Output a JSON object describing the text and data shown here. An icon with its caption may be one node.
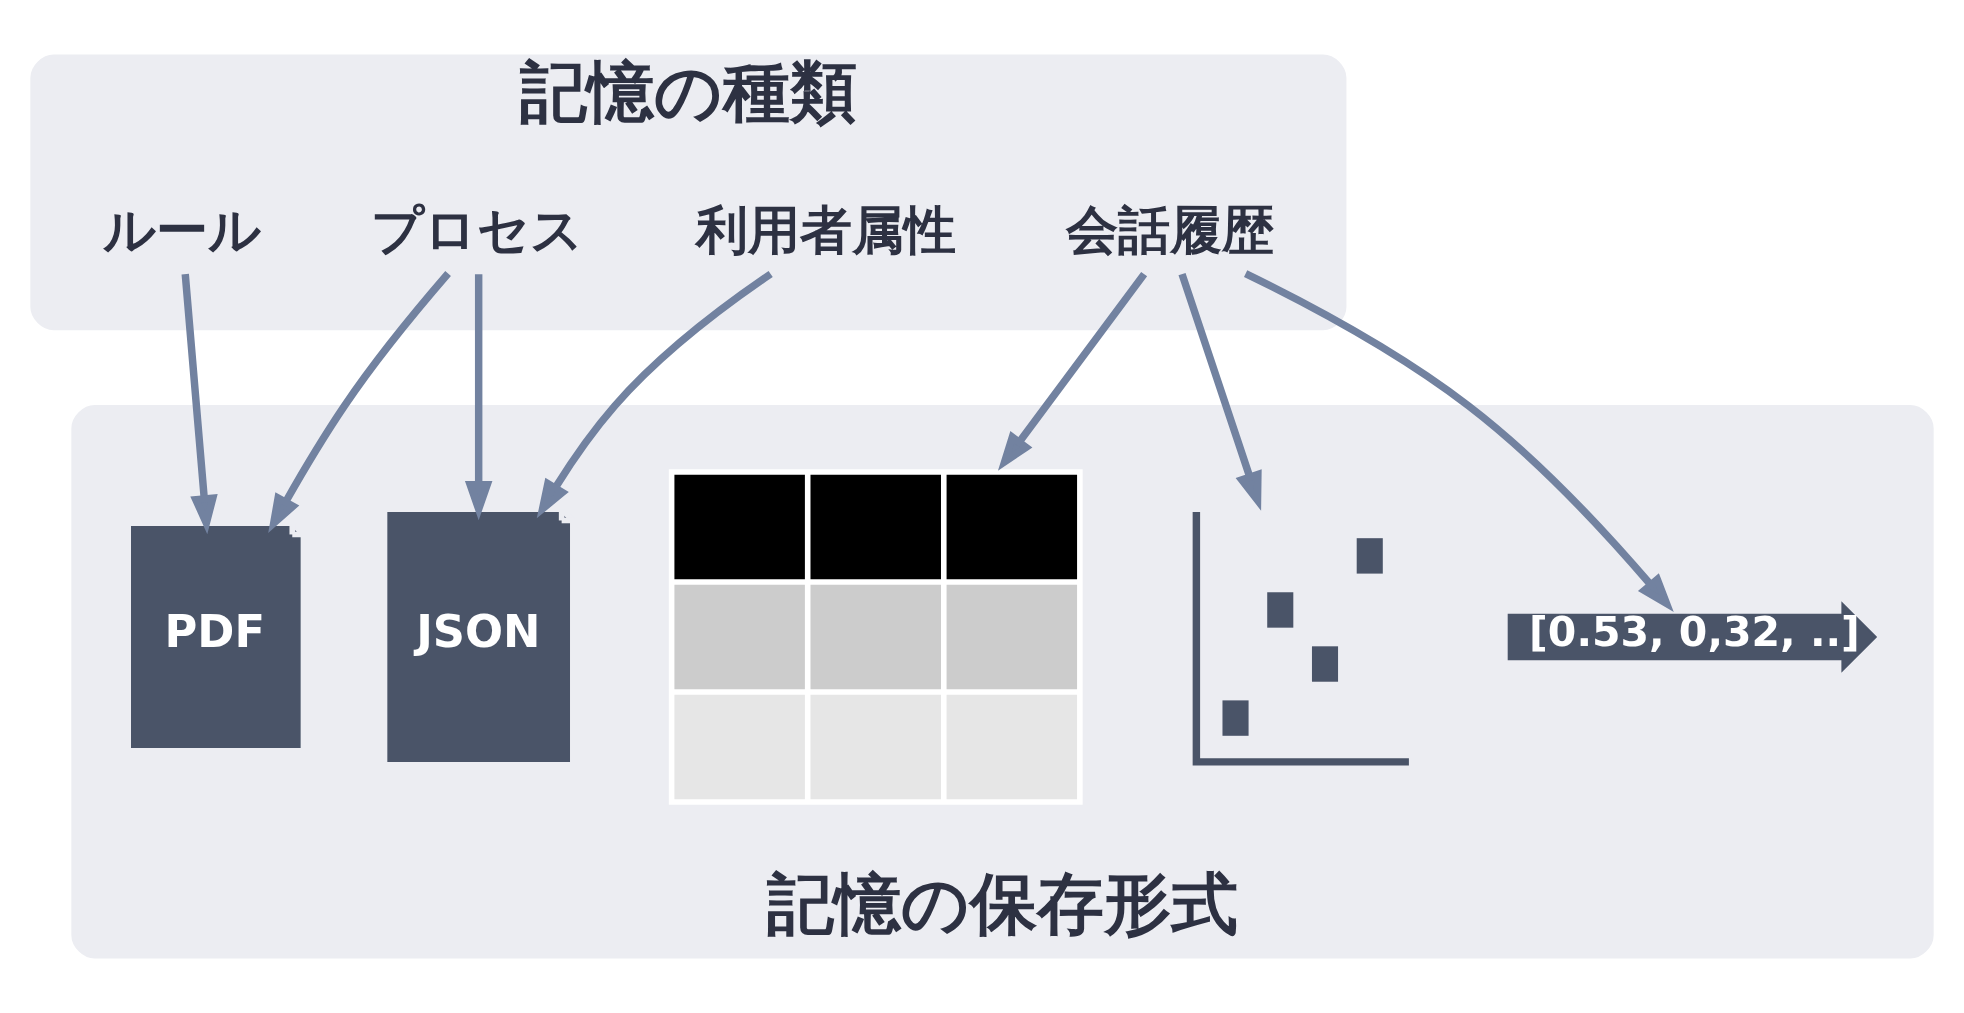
{
  "diagram": {
    "nodes": [
      {
        "text": [
          "記憶の種類"
        ]
      },
      {
        "text": [
          "ルール"
        ],
        "in": 0
      },
      {
        "text": [
          "プロセス"
        ],
        "in": 0
      },
      {
        "text": [
          "利用者属性"
        ],
        "in": 0
      },
      {
        "text": [
          "会話履歴"
        ],
        "in": 0
      },
      {
        "text": [
          "記憶の保存形式"
        ]
      },
      {
        "text": [
          "PDF"
        ],
        "in": 5
      },
      {
        "text": [
          "JSON"
        ],
        "in": 5
      },
      {
        "text": [],
        "shape": "table",
        "in": 5
      },
      {
        "text": [],
        "shape": "chart",
        "in": 5
      },
      {
        "text": [
          "[0.53, 0,32, ..]"
        ],
        "in": 5
      }
    ],
    "edges": [
      {
        "from": 1,
        "to": 6,
        "arrow": "to"
      },
      {
        "from": 2,
        "to": 6,
        "arrow": "to"
      },
      {
        "from": 2,
        "to": 7,
        "arrow": "to"
      },
      {
        "from": 3,
        "to": 7,
        "arrow": "to"
      },
      {
        "from": 4,
        "to": 8,
        "arrow": "to"
      },
      {
        "from": 4,
        "to": 9,
        "arrow": "to"
      },
      {
        "from": 4,
        "to": 10,
        "arrow": "to"
      }
    ]
  }
}
